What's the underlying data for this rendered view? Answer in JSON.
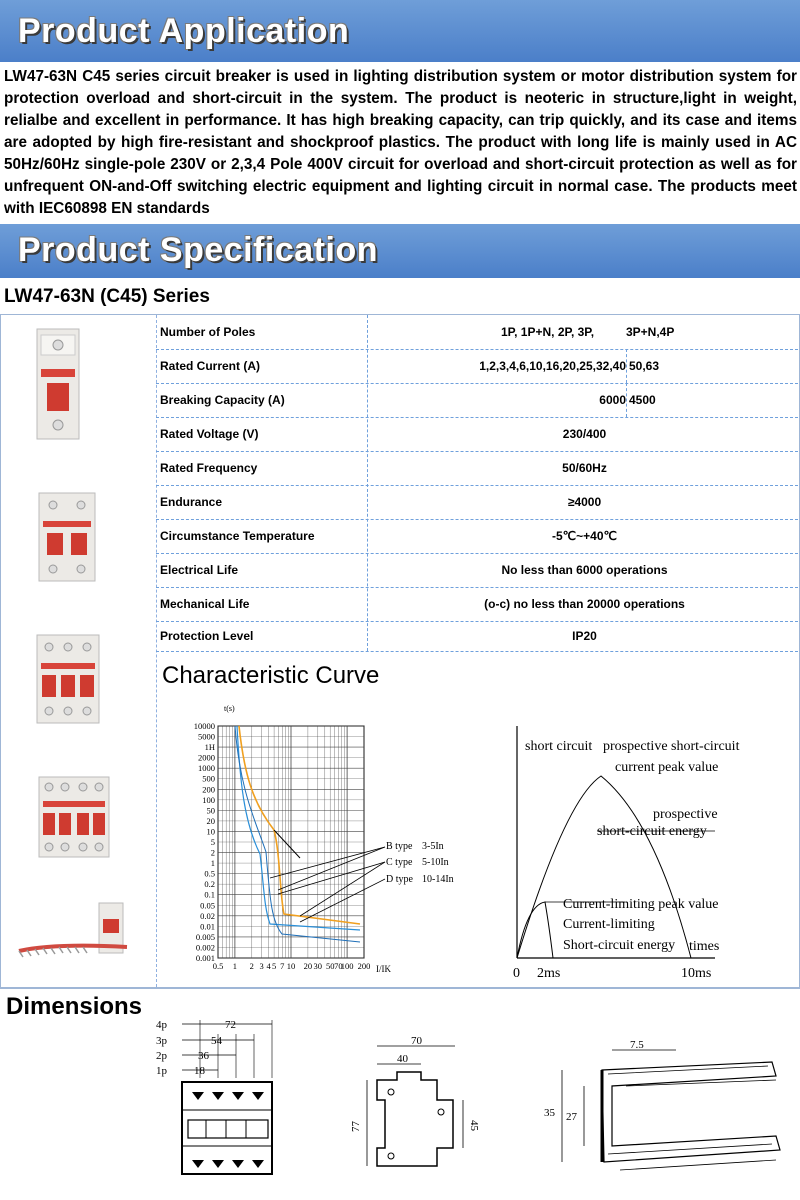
{
  "headers": {
    "application": "Product Application",
    "specification": "Product Specification"
  },
  "intro": "LW47-63N C45 series circuit breaker is used in lighting distribution system or motor distribution system for protection overload and short-circuit in the system. The product is neoteric in structure,light in weight, relialbe and excellent in performance. It has high breaking capacity, can trip quickly, and its case and items are adopted by high fire-resistant and shockproof plastics. The product with long life is mainly used in AC 50Hz/60Hz single-pole 230V or 2,3,4 Pole 400V circuit for overload and short-circuit protection as well as for unfrequent ON-and-Off switching electric equipment and lighting circuit in normal case. The products meet with IEC60898 EN standards",
  "series_title": "LW47-63N (C45) Series",
  "specs": [
    {
      "label": "Number of Poles",
      "value_a": "1P, 1P+N, 2P, 3P,",
      "value_b": "3P+N,4P"
    },
    {
      "label": "Rated Current (A)",
      "value_a": "1,2,3,4,6,10,16,20,25,32,40",
      "value_b": "50,63"
    },
    {
      "label": "Breaking Capacity (A)",
      "value_a": "6000",
      "value_b": "4500"
    },
    {
      "label": "Rated Voltage (V)",
      "value": "230/400"
    },
    {
      "label": "Rated Frequency",
      "value": "50/60Hz"
    },
    {
      "label": "Endurance",
      "value": "≥4000"
    },
    {
      "label": "Circumstance Temperature",
      "value": "-5℃~+40℃"
    },
    {
      "label": "Electrical Life",
      "value": "No less than 6000 operations"
    },
    {
      "label": "Mechanical Life",
      "value": "(o-c) no less than 20000 operations"
    },
    {
      "label": "Protection Level",
      "value": "IP20"
    }
  ],
  "characteristic_title": "Characteristic Curve",
  "curve_chart": {
    "y_unit": "t(s)",
    "x_unit": "I/IK",
    "y_ticks": [
      "10000",
      "5000",
      "1H",
      "2000",
      "1000",
      "500",
      "200",
      "100",
      "50",
      "20",
      "10",
      "5",
      "2",
      "1",
      "0.5",
      "0.2",
      "0.1",
      "0.05",
      "0.02",
      "0.01",
      "0.005",
      "0.002",
      "0.001"
    ],
    "x_ticks": [
      "0.5",
      "1",
      "2",
      "3",
      "4",
      "5",
      "7",
      "10",
      "20",
      "30",
      "50",
      "70",
      "100",
      "200"
    ],
    "legend": [
      {
        "type": "B type",
        "range": "3-5In"
      },
      {
        "type": "C type",
        "range": "5-10In"
      },
      {
        "type": "D type",
        "range": "10-14In"
      }
    ],
    "colors": {
      "b": "#2a8fd8",
      "c": "#f0a020",
      "d": "#1f6fb8"
    }
  },
  "sc_chart": {
    "label_sc": "short circuit",
    "label_peak_1": "prospective short-circuit",
    "label_peak_2": "current peak value",
    "label_energy_1": "prospective",
    "label_energy_2": "short-circuit energy",
    "label_limit_peak": "Current-limiting peak value",
    "label_limiting": "Current-limiting",
    "label_sc_energy": "Short-circuit  energy",
    "label_times": "times",
    "x0": "0",
    "x1": "2ms",
    "x2": "10ms"
  },
  "dimensions_title": "Dimensions",
  "dims": {
    "poles": [
      "4p",
      "3p",
      "2p",
      "1p"
    ],
    "widths": [
      "72",
      "54",
      "36",
      "18"
    ],
    "side": {
      "w1": "70",
      "w2": "40",
      "h1": "77",
      "h2": "45"
    },
    "rail": {
      "w": "7.5",
      "h1": "35",
      "h2": "27"
    }
  }
}
